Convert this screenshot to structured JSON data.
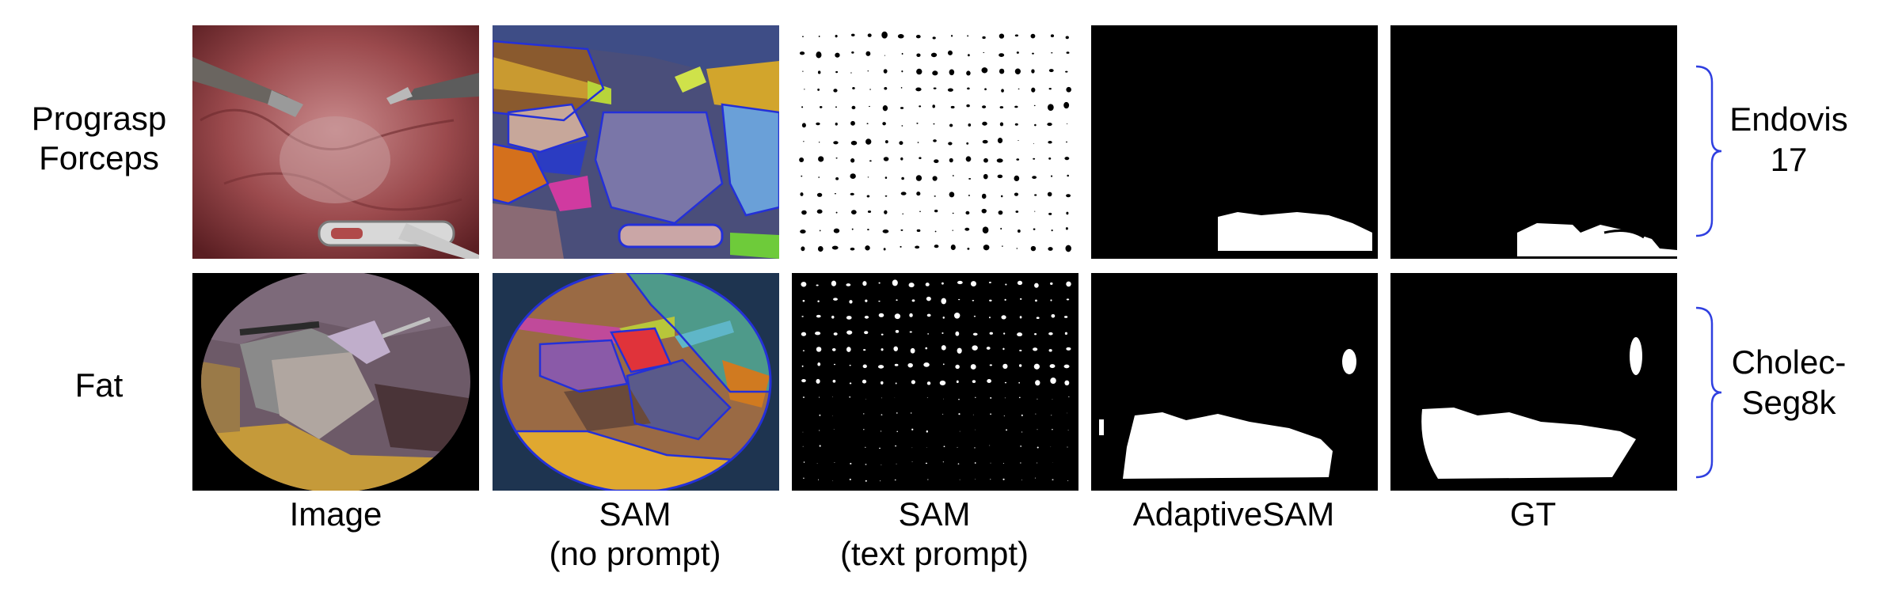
{
  "rows": [
    {
      "label_line1": "Prograsp",
      "label_line2": "Forceps",
      "dataset_line1": "Endovis",
      "dataset_line2": "17"
    },
    {
      "label_line1": "Fat",
      "label_line2": "",
      "dataset_line1": "Cholec-",
      "dataset_line2": "Seg8k"
    }
  ],
  "columns": [
    {
      "line1": "Image",
      "line2": ""
    },
    {
      "line1": "SAM",
      "line2": "(no prompt)"
    },
    {
      "line1": "SAM",
      "line2": "(text prompt)"
    },
    {
      "line1": "AdaptiveSAM",
      "line2": ""
    },
    {
      "line1": "GT",
      "line2": ""
    }
  ],
  "colors": {
    "brace": "#2f3fe0",
    "sam_outline": "#2430d8",
    "mask_bg": "#000000",
    "mask_fg": "#ffffff"
  }
}
